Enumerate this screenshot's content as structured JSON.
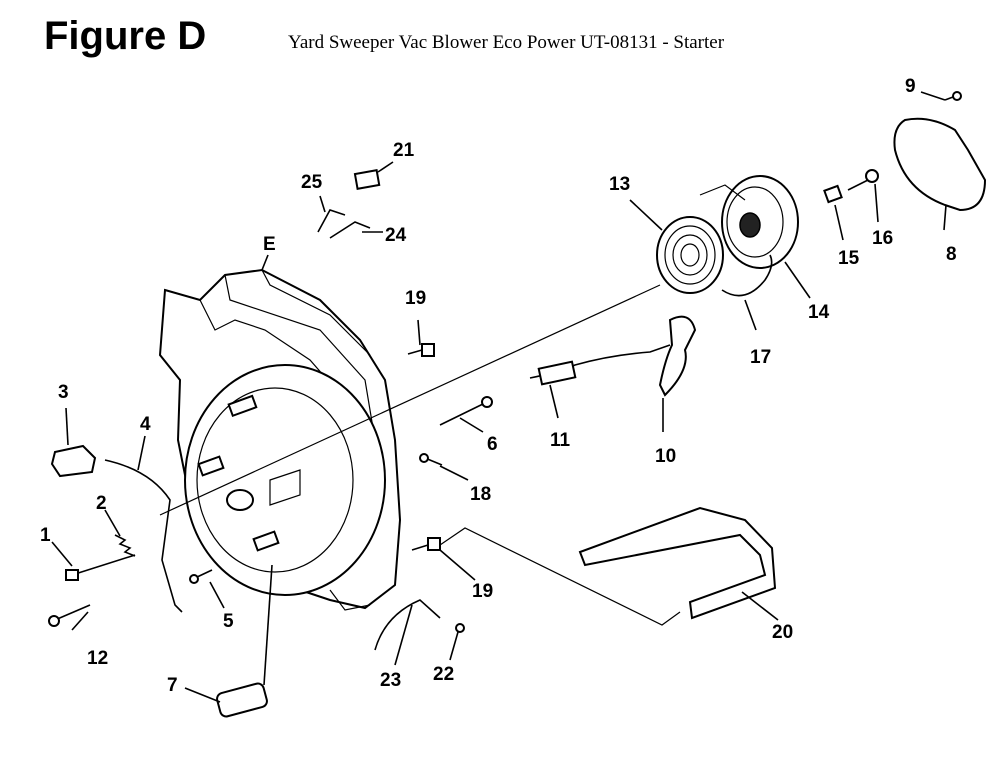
{
  "figure_label": "Figure D",
  "title": "Yard Sweeper Vac Blower Eco Power UT-08131 - Starter",
  "part_numbers": {
    "p1": "1",
    "p2": "2",
    "p3": "3",
    "p4": "4",
    "p5": "5",
    "p6": "6",
    "p7": "7",
    "p8": "8",
    "p9": "9",
    "p10": "10",
    "p11": "11",
    "p12": "12",
    "p13": "13",
    "p14": "14",
    "p15": "15",
    "p16": "16",
    "p17": "17",
    "p18": "18",
    "p19a": "19",
    "p19b": "19",
    "p20": "20",
    "p21": "21",
    "p22": "22",
    "p23": "23",
    "p24": "24",
    "p25": "25",
    "pE": "E"
  }
}
